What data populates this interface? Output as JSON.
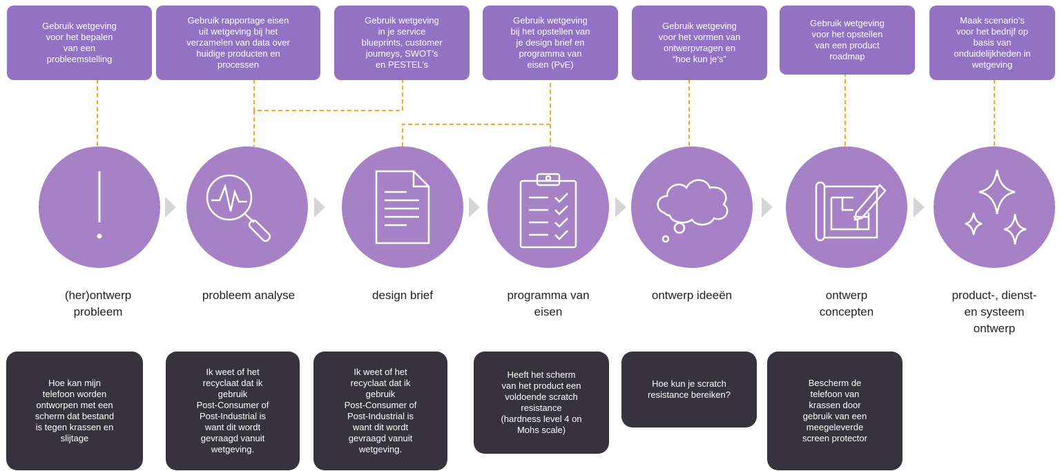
{
  "colors": {
    "top_box": "#9372c4",
    "circle": "#a681c6",
    "bottom_box": "#36333f",
    "connector": "#f5a623",
    "arrow": "#d6d6d6"
  },
  "steps": [
    {
      "tip": "Gebruik wetgeving\nvoor het bepalen\nvan een\nprobleemstelling",
      "label": "(her)ontwerp\nprobleem",
      "icon": "exclamation-icon",
      "example": "Hoe kan mijn\ntelefoon worden\nontworpen met een\nscherm dat bestand\nis tegen krassen en\nslijtage"
    },
    {
      "tip": "Gebruik rapportage eisen\nuit wetgeving bij het\nverzamelen van data over\nhuidige producten en\nprocessen",
      "label": "probleem analyse",
      "icon": "magnifier-pulse-icon",
      "example": "Ik weet of het\nrecyclaat dat ik\ngebruik\nPost-Consumer of\nPost-Industrial is\nwant dit wordt\ngevraagd vanuit\nwetgeving."
    },
    {
      "tip": "Gebruik wetgeving\nin je service\nblueprints, customer\njourneys, SWOT’s\nen PESTEL’s",
      "label": "design brief",
      "icon": "document-icon",
      "example": "Ik weet of het\nrecyclaat dat ik\ngebruik\nPost-Consumer of\nPost-Industrial is\nwant dit wordt\ngevraagd vanuit\nwetgeving."
    },
    {
      "tip": "Gebruik wetgeving\nbij het opstellen van\nje design brief en\nprogramma van\neisen (PvE)",
      "label": "programma van\neisen",
      "icon": "clipboard-checklist-icon",
      "example": "Heeft het scherm\nvan het product een\nvoldoende scratch\nresistance\n(hardness level 4 on\nMohs scale)"
    },
    {
      "tip": "Gebruik wetgeving\nvoor het vormen van\nontwerpvragen en\n“hoe kun je’s”",
      "label": "ontwerp ideeën",
      "icon": "thought-cloud-icon",
      "example": "Hoe kun je scratch\nresistance bereiken?"
    },
    {
      "tip": "Gebruik wetgeving\nvoor het opstellen\nvan een product\nroadmap",
      "label": "ontwerp\nconcepten",
      "icon": "blueprint-pencil-icon",
      "example": "Bescherm de\ntelefoon van\nkrassen door\ngebruik van een\nmeegeleverde\nscreen protector"
    },
    {
      "tip": "Maak scenario’s\nvoor het bedrijf op\nbasis van\nonduidelijkheden in\nwetgeving",
      "label": "product-, dienst-\nen systeem\nontwerp",
      "icon": "sparkles-icon"
    }
  ]
}
